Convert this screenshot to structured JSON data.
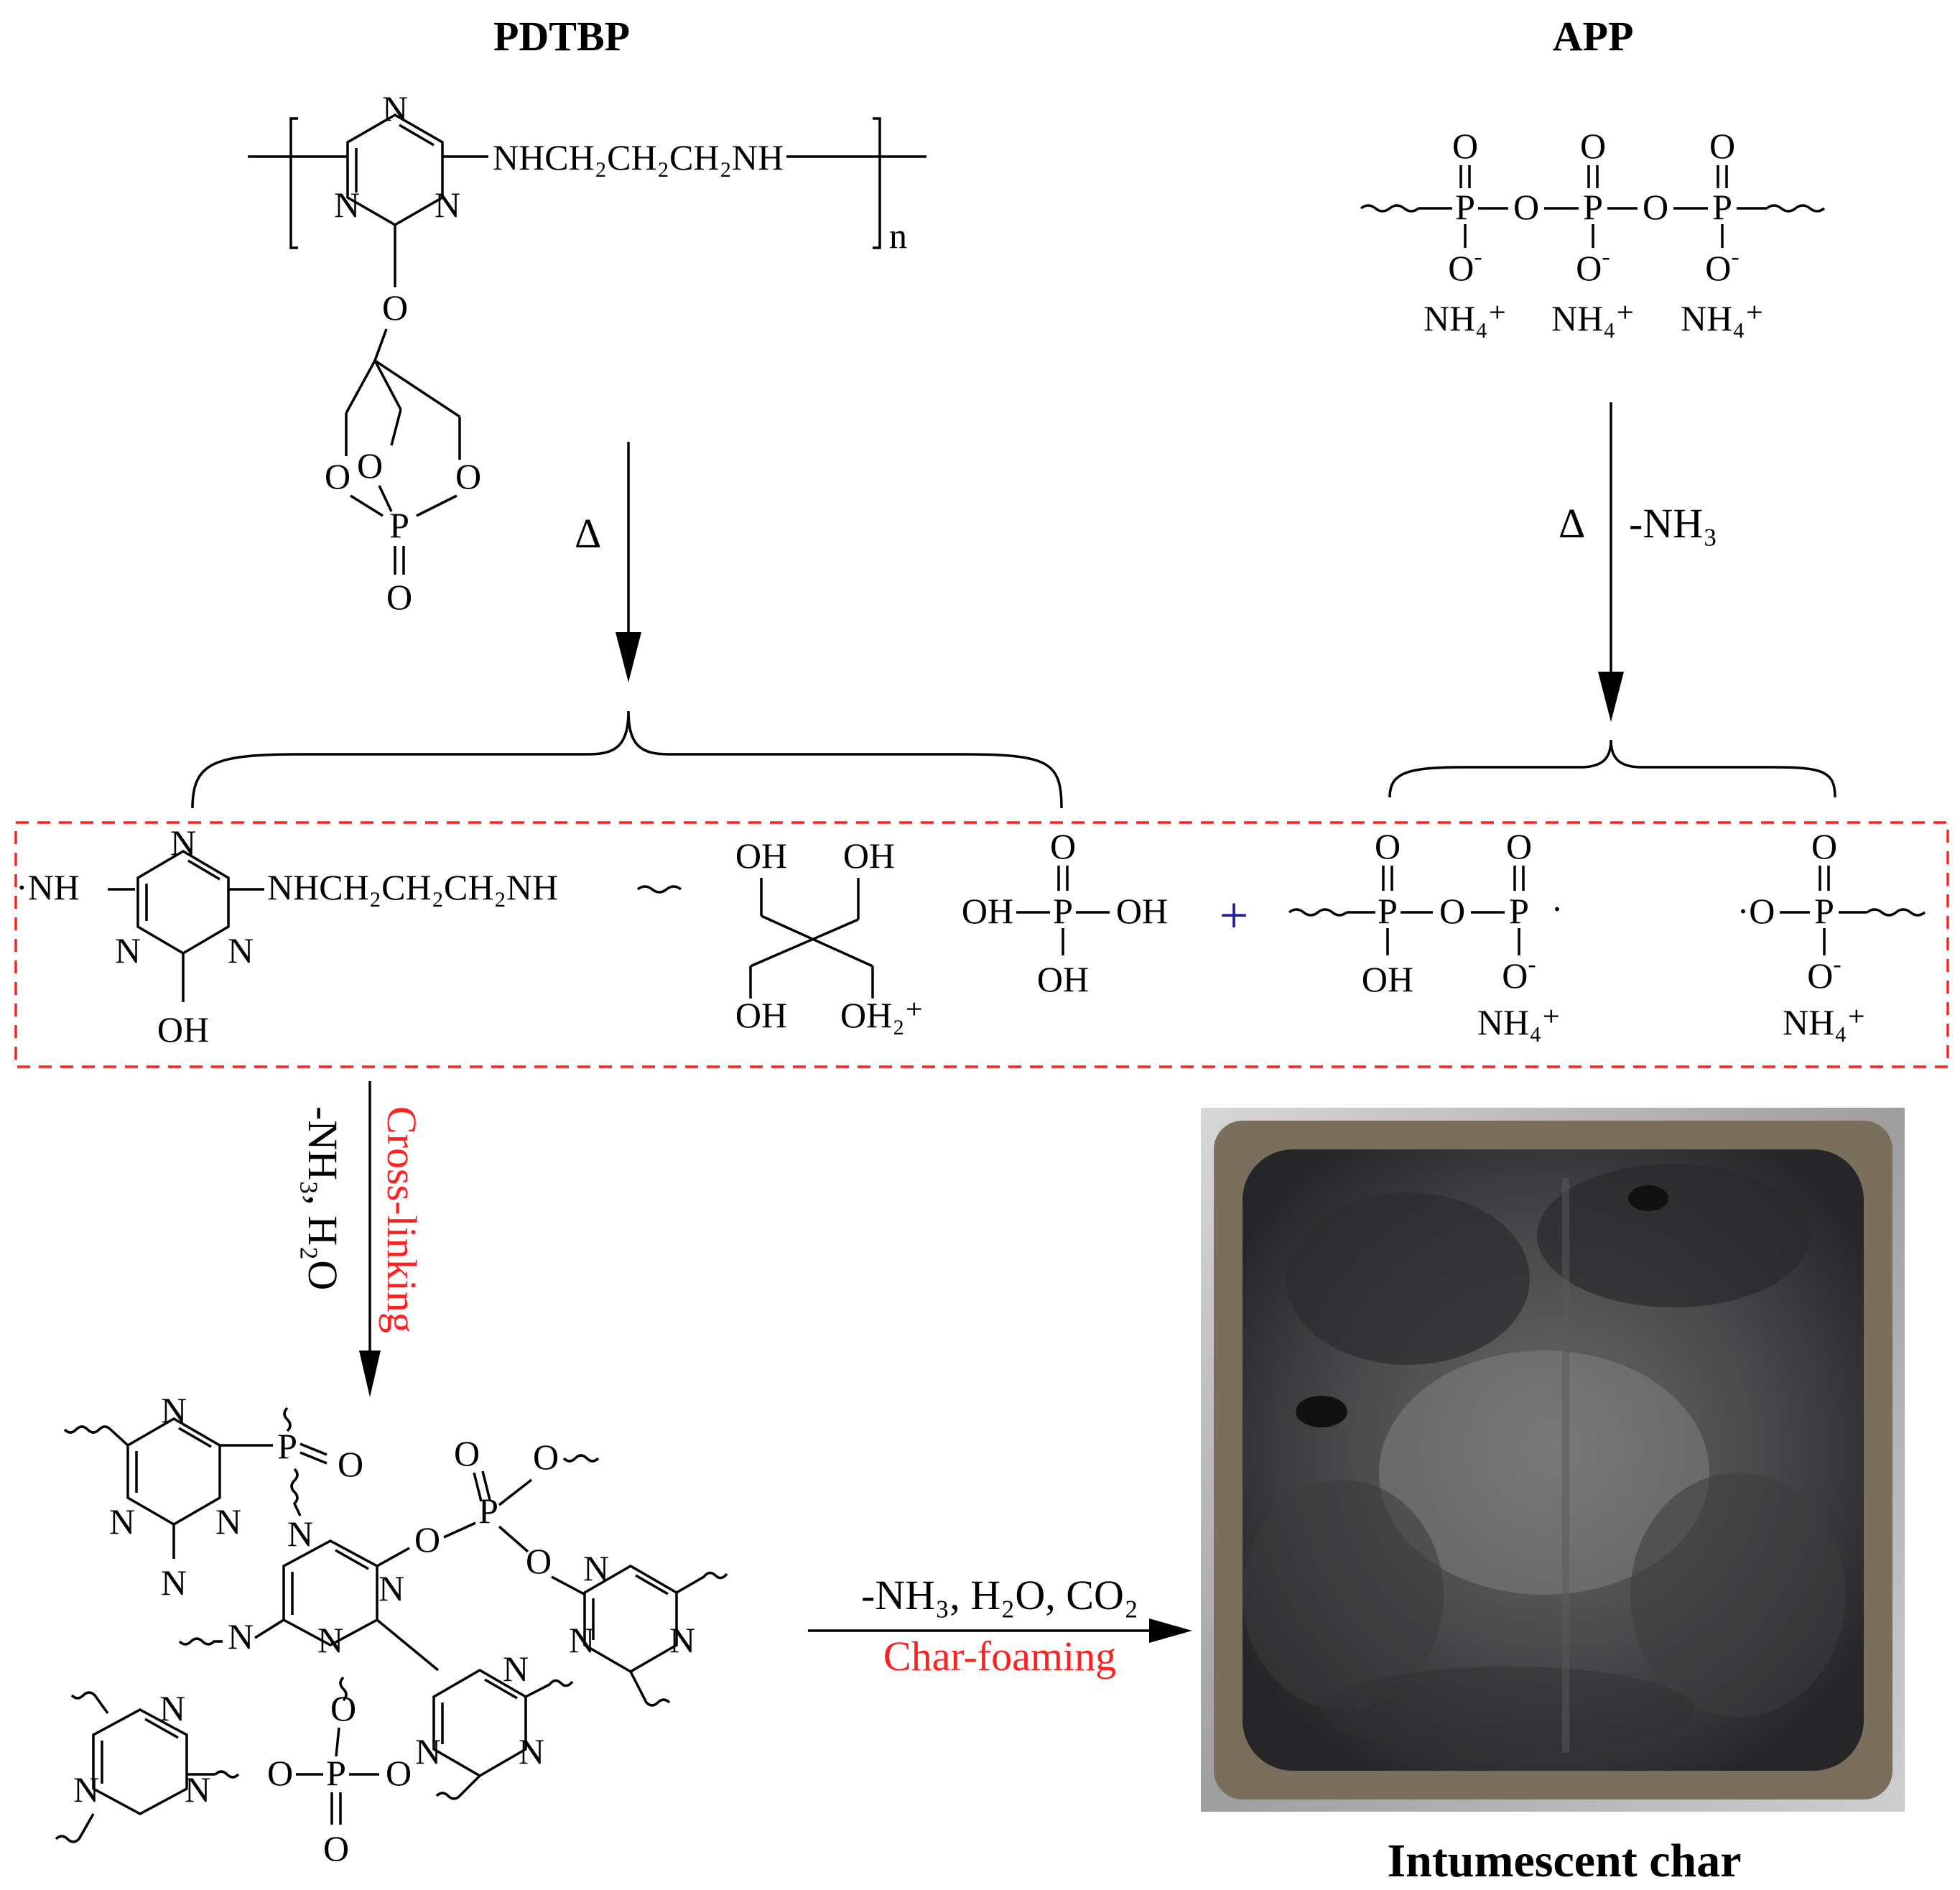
{
  "reactants": {
    "pdtbp": {
      "title": "PDTBP",
      "chain": "NHCH₂CH₂CH₂NH",
      "repeat": "n"
    },
    "app": {
      "title": "APP",
      "counter_ion": "NH₄⁺"
    }
  },
  "conditions": {
    "heat": "Δ",
    "app_loss": "-NH₃",
    "crosslink_loss": "-NH₃, H₂O",
    "crosslink_label": "Cross-linking",
    "char_loss": "-NH₃, H₂O, CO₂",
    "char_label": "Char-foaming"
  },
  "intermediates": {
    "plus": "+",
    "chain": "NHCH₂CH₂CH₂NH",
    "cation": "OH₂⁺"
  },
  "photo": {
    "caption": "Intumescent char"
  },
  "colors": {
    "red": "#ff2020",
    "blue": "#1a1aa8"
  }
}
